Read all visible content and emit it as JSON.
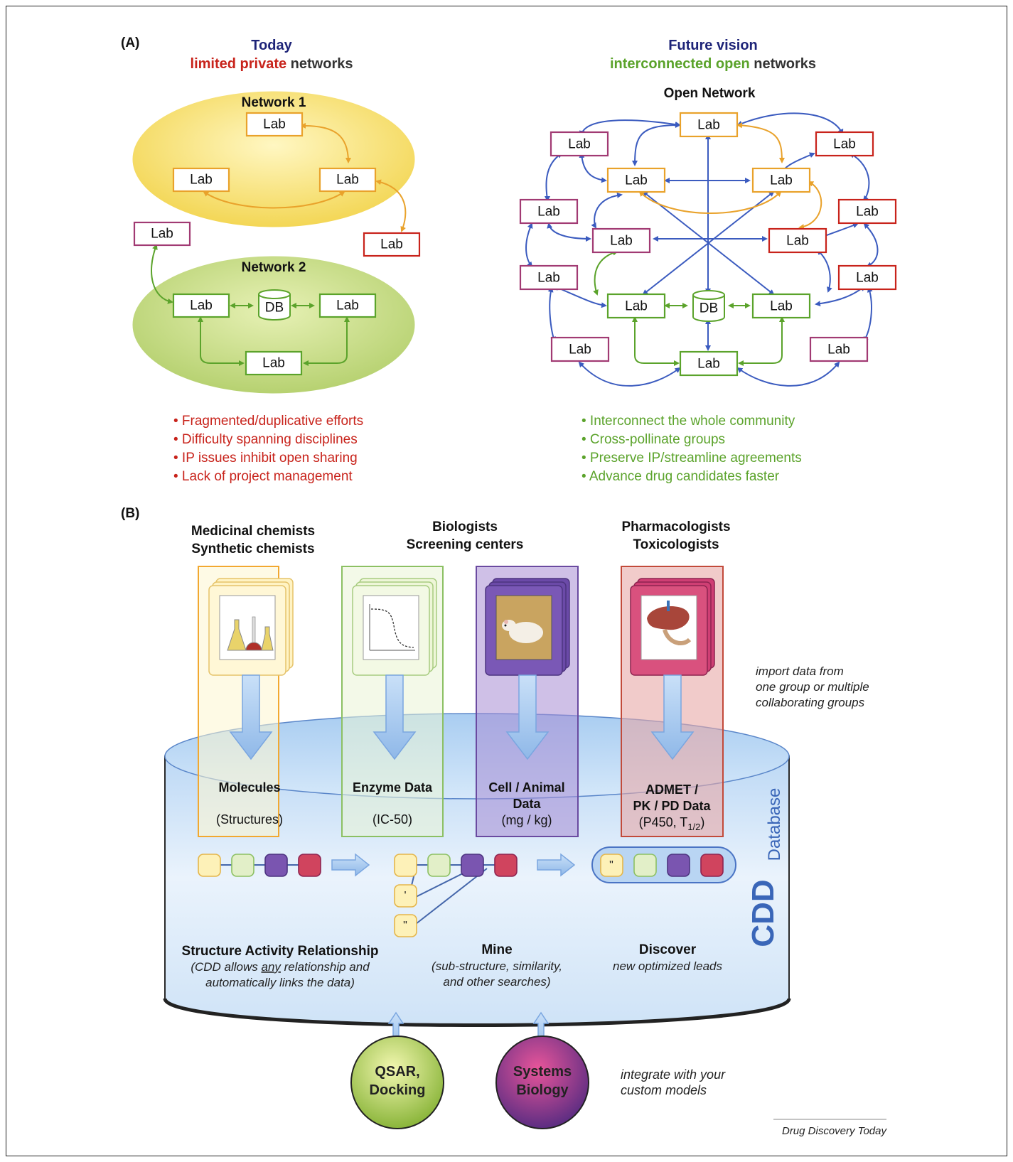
{
  "panel_a": {
    "label": "(A)",
    "today": {
      "title": "Today",
      "sub_red": "limited private",
      "sub_rest": " networks",
      "network1": "Network 1",
      "network2": "Network 2",
      "lab": "Lab",
      "db": "DB",
      "bullets": [
        "• Fragmented/duplicative efforts",
        "• Difficulty spanning disciplines",
        "• IP issues inhibit open sharing",
        "• Lack of project management"
      ]
    },
    "future": {
      "title": "Future vision",
      "sub_green": "interconnected open",
      "sub_rest": " networks",
      "open_network": "Open Network",
      "lab": "Lab",
      "db": "DB",
      "bullets": [
        "• Interconnect the whole community",
        "• Cross-pollinate groups",
        "• Preserve IP/streamline agreements",
        "• Advance drug candidates faster"
      ]
    }
  },
  "panel_b": {
    "label": "(B)",
    "groups": [
      {
        "line1": "Medicinal chemists",
        "line2": "Synthetic chemists"
      },
      {
        "line1": "Biologists",
        "line2": "Screening centers"
      },
      {
        "line1": "Pharmacologists",
        "line2": "Toxicologists"
      }
    ],
    "columns": [
      {
        "name": "Molecules",
        "sub": "(Structures)",
        "color": "#f2a830",
        "image": "lab-glassware-icon"
      },
      {
        "name": "Enzyme Data",
        "sub": "(IC-50)",
        "color": "#8cc063",
        "image": "dose-response-chart-icon"
      },
      {
        "name": "Cell / Animal",
        "name2": "Data",
        "sub": "(mg / kg)",
        "color": "#7a55b0",
        "image": "rat-icon"
      },
      {
        "name": "ADMET /",
        "name2": "PK / PD Data",
        "sub": "(P450, T",
        "sub_subscript": "1/2",
        "sub_end": ")",
        "color": "#d0445e",
        "image": "liver-icon"
      }
    ],
    "import_note": [
      "import data from",
      "one group or multiple",
      "collaborating groups"
    ],
    "database_label": "Database",
    "cdd_logo": "CDD",
    "chain_marks": {
      "single": "'",
      "double": "\""
    },
    "sar": {
      "title": "Structure Activity Relationship",
      "line1_pre": "(CDD allows ",
      "line1_u": "any",
      "line1_post": " relationship and",
      "line2": "automatically links the data)"
    },
    "mine": {
      "title": "Mine",
      "line1": "(sub-structure, similarity,",
      "line2": "and other searches)"
    },
    "discover": {
      "title": "Discover",
      "line1": "new optimized leads"
    },
    "circles": [
      {
        "line1": "QSAR,",
        "line2": "Docking"
      },
      {
        "line1": "Systems",
        "line2": "Biology"
      }
    ],
    "integrate_note": [
      "integrate with your",
      "custom models"
    ],
    "credit": "Drug Discovery Today"
  },
  "colors": {
    "navy": "#1e2478",
    "red": "#c8231b",
    "green": "#5ba32b",
    "orange": "#e9a22b",
    "purple_pink": "#a13a73",
    "blue_arrow": "#3b5bbf"
  }
}
